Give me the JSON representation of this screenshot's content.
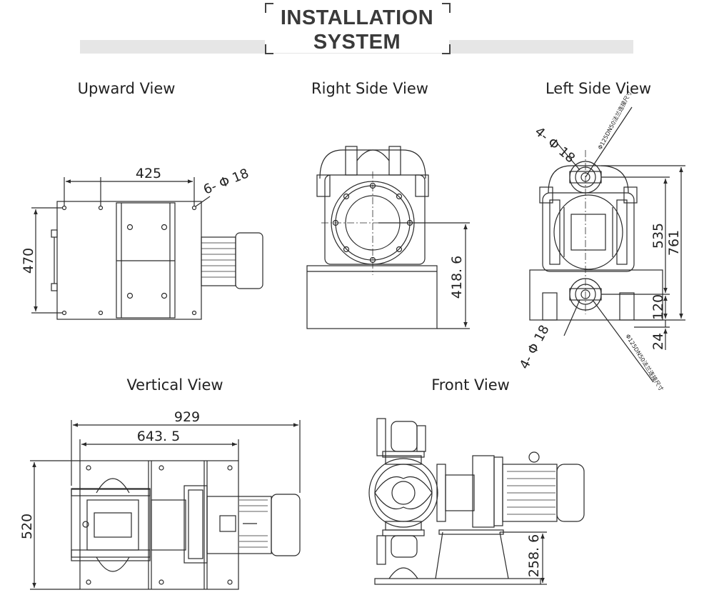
{
  "header": {
    "title_line1": "INSTALLATION",
    "title_line2": "SYSTEM"
  },
  "views": {
    "upward": {
      "title": "Upward View",
      "dim_width": "425",
      "dim_height": "470",
      "hole_note": "6- Φ 18"
    },
    "right_side": {
      "title": "Right Side View",
      "dim_height": "418. 6"
    },
    "left_side": {
      "title": "Left Side View",
      "hole_note_top": "4- Φ 18",
      "hole_note_bottom": "4- Φ 18",
      "flange_note_top": "Φ125DN50法兰连接尺寸",
      "flange_note_bottom": "Φ125DN50法兰连接尺寸",
      "dim_535": "535",
      "dim_761": "761",
      "dim_120": "120",
      "dim_24": "24"
    },
    "vertical": {
      "title": "Vertical View",
      "dim_929": "929",
      "dim_643": "643. 5",
      "dim_520": "520"
    },
    "front": {
      "title": "Front View",
      "dim_height": "258. 6"
    }
  },
  "colors": {
    "line": "#2a2a2a",
    "header_bar": "#e6e6e6",
    "text": "#222222"
  }
}
